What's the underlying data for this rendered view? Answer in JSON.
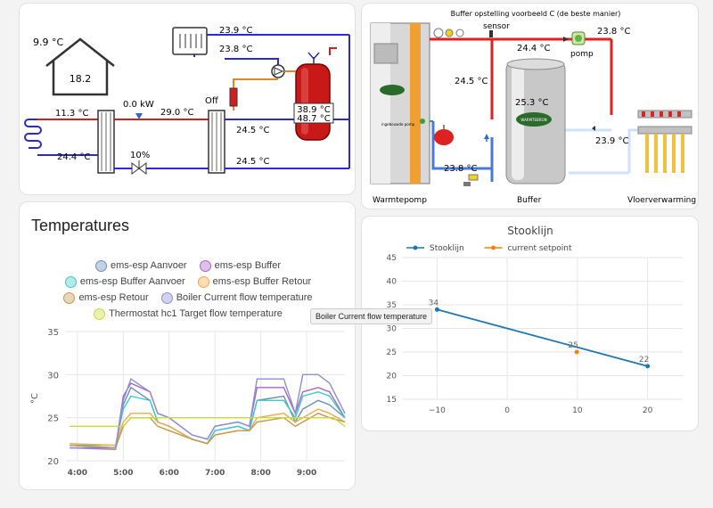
{
  "hydraulic": {
    "outdoor_temp": "9.9 °C",
    "house_temp": "18.2",
    "pipe_top_left": "11.3 °C",
    "pipe_bottom_left": "24.4 °C",
    "power": "0.0 kW",
    "valve_pct": "10%",
    "supply_temp": "29.0 °C",
    "state": "Off",
    "mid_top": "24.5 °C",
    "mid_bottom": "24.5 °C",
    "radiator_temp1": "23.9 °C",
    "radiator_temp2": "23.8 °C",
    "tank_top": "38.9 °C",
    "tank_bottom": "48.7 °C"
  },
  "buffer": {
    "title": "Buffer opstelling voorbeeld C  (de beste manier)",
    "sensor_label": "sensor",
    "pomp_label": "pomp",
    "t_sensor": "24.4 °C",
    "t_pomp": "23.8 °C",
    "t_left": "24.5 °C",
    "t_buffer": "25.3 °C",
    "t_return": "23.9 °C",
    "t_bottom": "23.8 °C",
    "label_hp": "Warmtepomp",
    "label_buffer": "Buffer",
    "label_floor": "Vloerverwarming",
    "pump_label": "ingebouwde pomp",
    "brand": "WARMTEBRON"
  },
  "temperatures": {
    "title": "Temperatures",
    "legend": [
      {
        "label": "ems-esp Aanvoer",
        "color": "#6a8fb5"
      },
      {
        "label": "ems-esp Buffer",
        "color": "#a965c5"
      },
      {
        "label": "ems-esp Buffer Aanvoer",
        "color": "#3fc9c9"
      },
      {
        "label": "ems-esp Buffer Retour",
        "color": "#f5a84a"
      },
      {
        "label": "ems-esp Retour",
        "color": "#c39a4a"
      },
      {
        "label": "Boiler Current flow temperature",
        "color": "#8b8fd6"
      },
      {
        "label": "Thermostat hc1 Target flow temperature",
        "color": "#c8d93a"
      }
    ],
    "ylabel": "°C",
    "yticks": [
      "35",
      "30",
      "25",
      "20"
    ],
    "xticks": [
      "4:00",
      "5:00",
      "6:00",
      "7:00",
      "8:00",
      "9:00"
    ],
    "tooltip": "Boiler Current flow temperature"
  },
  "chart_data": [
    {
      "type": "line",
      "title": "Temperatures",
      "xlabel": "",
      "ylabel": "°C",
      "ylim": [
        20,
        35
      ],
      "xlim": [
        "3:45",
        "9:50"
      ],
      "grid": true,
      "legend_position": "top",
      "series": [
        {
          "name": "ems-esp Aanvoer",
          "points": [
            [
              "3:50",
              21.8
            ],
            [
              "4:50",
              21.5
            ],
            [
              "5:00",
              26.5
            ],
            [
              "5:10",
              28.5
            ],
            [
              "5:35",
              27
            ],
            [
              "5:45",
              24.5
            ],
            [
              "6:00",
              24
            ],
            [
              "6:30",
              22.5
            ],
            [
              "6:50",
              22
            ],
            [
              "7:00",
              23.5
            ],
            [
              "7:30",
              24
            ],
            [
              "7:45",
              23.5
            ],
            [
              "7:55",
              27
            ],
            [
              "8:30",
              27.5
            ],
            [
              "8:45",
              24.5
            ],
            [
              "8:55",
              26
            ],
            [
              "9:15",
              27
            ],
            [
              "9:30",
              26.5
            ],
            [
              "9:50",
              25
            ]
          ]
        },
        {
          "name": "ems-esp Buffer",
          "points": [
            [
              "3:50",
              21.5
            ],
            [
              "4:50",
              21.5
            ],
            [
              "5:00",
              27.5
            ],
            [
              "5:10",
              29
            ],
            [
              "5:35",
              28
            ],
            [
              "5:45",
              25.5
            ],
            [
              "6:00",
              25
            ],
            [
              "6:30",
              23
            ],
            [
              "6:50",
              22.5
            ],
            [
              "7:00",
              24
            ],
            [
              "7:30",
              24.5
            ],
            [
              "7:45",
              24
            ],
            [
              "7:55",
              28.5
            ],
            [
              "8:30",
              28.5
            ],
            [
              "8:45",
              25.5
            ],
            [
              "8:55",
              28
            ],
            [
              "9:15",
              28.5
            ],
            [
              "9:30",
              28
            ],
            [
              "9:50",
              25
            ]
          ]
        },
        {
          "name": "ems-esp Buffer Aanvoer",
          "points": [
            [
              "3:50",
              21.8
            ],
            [
              "4:50",
              21.8
            ],
            [
              "5:00",
              26
            ],
            [
              "5:10",
              27.5
            ],
            [
              "5:35",
              27
            ],
            [
              "5:45",
              24.5
            ],
            [
              "6:00",
              24
            ],
            [
              "6:30",
              22.5
            ],
            [
              "6:50",
              22
            ],
            [
              "7:00",
              23.5
            ],
            [
              "7:30",
              24
            ],
            [
              "7:45",
              23.5
            ],
            [
              "7:55",
              27
            ],
            [
              "8:30",
              27
            ],
            [
              "8:45",
              25
            ],
            [
              "8:55",
              27.5
            ],
            [
              "9:15",
              28
            ],
            [
              "9:30",
              27.5
            ],
            [
              "9:50",
              25
            ]
          ]
        },
        {
          "name": "ems-esp Buffer Retour",
          "points": [
            [
              "3:50",
              22
            ],
            [
              "4:50",
              21.8
            ],
            [
              "5:00",
              24.5
            ],
            [
              "5:10",
              25.5
            ],
            [
              "5:35",
              25.5
            ],
            [
              "5:45",
              24.5
            ],
            [
              "6:00",
              24
            ],
            [
              "6:30",
              22.5
            ],
            [
              "6:50",
              22
            ],
            [
              "7:00",
              23
            ],
            [
              "7:30",
              23.5
            ],
            [
              "7:45",
              23.5
            ],
            [
              "7:55",
              25
            ],
            [
              "8:30",
              25.5
            ],
            [
              "8:45",
              24.5
            ],
            [
              "8:55",
              25
            ],
            [
              "9:15",
              26
            ],
            [
              "9:30",
              25.5
            ],
            [
              "9:50",
              24.5
            ]
          ]
        },
        {
          "name": "ems-esp Retour",
          "points": [
            [
              "3:50",
              21.8
            ],
            [
              "4:50",
              21.5
            ],
            [
              "5:00",
              24
            ],
            [
              "5:10",
              25
            ],
            [
              "5:35",
              25
            ],
            [
              "5:45",
              24
            ],
            [
              "6:00",
              23.5
            ],
            [
              "6:30",
              22.5
            ],
            [
              "6:50",
              22
            ],
            [
              "7:00",
              23
            ],
            [
              "7:30",
              23.5
            ],
            [
              "7:45",
              23.5
            ],
            [
              "7:55",
              24.5
            ],
            [
              "8:30",
              25
            ],
            [
              "8:45",
              24
            ],
            [
              "8:55",
              24.5
            ],
            [
              "9:15",
              25.5
            ],
            [
              "9:30",
              25
            ],
            [
              "9:50",
              24.5
            ]
          ]
        },
        {
          "name": "Boiler Current flow temperature",
          "points": [
            [
              "3:50",
              21.5
            ],
            [
              "4:50",
              21.3
            ],
            [
              "5:00",
              27
            ],
            [
              "5:10",
              29.5
            ],
            [
              "5:35",
              28
            ],
            [
              "5:45",
              25.5
            ],
            [
              "6:00",
              25
            ],
            [
              "6:30",
              23
            ],
            [
              "6:50",
              22.5
            ],
            [
              "7:00",
              24
            ],
            [
              "7:30",
              24.5
            ],
            [
              "7:45",
              24
            ],
            [
              "7:55",
              29.5
            ],
            [
              "8:30",
              29.5
            ],
            [
              "8:45",
              25.5
            ],
            [
              "8:55",
              30
            ],
            [
              "9:15",
              30
            ],
            [
              "9:30",
              29
            ],
            [
              "9:50",
              25.5
            ]
          ]
        },
        {
          "name": "Thermostat hc1 Target flow temperature",
          "points": [
            [
              "3:50",
              24
            ],
            [
              "4:50",
              24
            ],
            [
              "5:00",
              24
            ],
            [
              "5:10",
              25
            ],
            [
              "9:35",
              25
            ],
            [
              "9:50",
              24
            ]
          ]
        }
      ]
    },
    {
      "type": "line",
      "title": "Stooklijn",
      "xlabel": "",
      "ylabel": "",
      "xlim": [
        -15,
        25
      ],
      "ylim": [
        15,
        45
      ],
      "xticks": [
        -10,
        0,
        10,
        20
      ],
      "yticks": [
        15,
        20,
        25,
        30,
        35,
        40,
        45
      ],
      "grid": true,
      "legend_position": "top",
      "series": [
        {
          "name": "Stooklijn",
          "color": "#1f77b4",
          "x": [
            -10,
            20
          ],
          "y": [
            34,
            22
          ],
          "labels": [
            "34",
            "22"
          ]
        },
        {
          "name": "current setpoint",
          "color": "#ff7f0e",
          "x": [
            9.9
          ],
          "y": [
            25
          ],
          "labels": [
            "25"
          ]
        }
      ]
    }
  ]
}
